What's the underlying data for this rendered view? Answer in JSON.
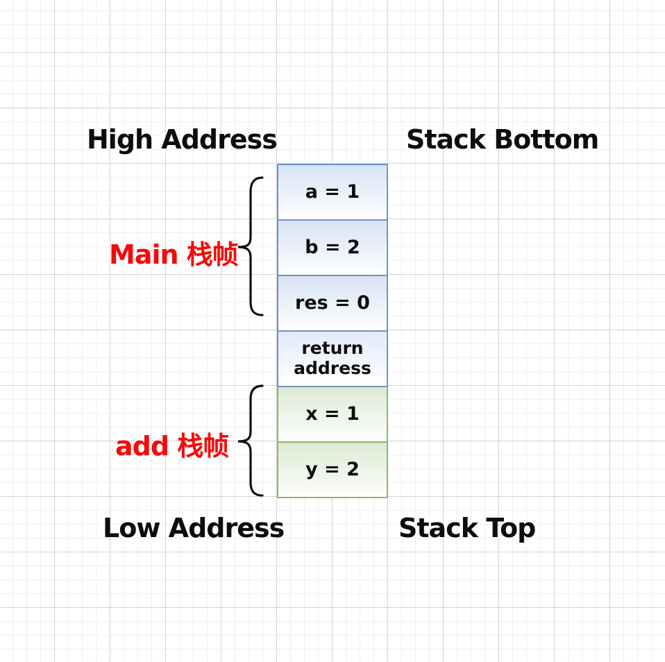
{
  "diagram": {
    "title_labels": {
      "high_address": "High Address",
      "stack_bottom": "Stack Bottom",
      "low_address": "Low Address",
      "stack_top": "Stack Top"
    },
    "frame_groups": [
      {
        "label": "Main 栈帧",
        "cells": [
          "a = 1",
          "b = 2",
          "res = 0"
        ]
      },
      {
        "label": "add 栈帧",
        "cells": [
          "x = 1",
          "y = 2"
        ]
      }
    ],
    "stack_cells": [
      {
        "text": "a = 1",
        "style": "blue"
      },
      {
        "text": "b = 2",
        "style": "blue"
      },
      {
        "text": "res = 0",
        "style": "blue"
      },
      {
        "text": "return address",
        "style": "blue-light"
      },
      {
        "text": "x = 1",
        "style": "green"
      },
      {
        "text": "y = 2",
        "style": "green"
      }
    ],
    "colors": {
      "frame_label": "#f80808",
      "blue_border": "#7292c5",
      "blue_fill_top": "#d7e3f4",
      "blue_light_fill_top": "#e2ebf9",
      "green_border": "#90b568",
      "green_fill_top": "#dcead4",
      "grid_minor": "#efefef",
      "grid_major": "#d2d2d2",
      "text": "#0d0d0d"
    }
  }
}
